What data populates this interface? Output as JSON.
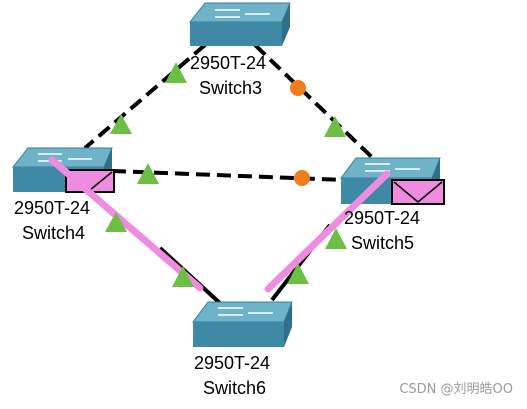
{
  "devices": [
    {
      "id": "switch3",
      "model": "2950T-24",
      "name": "Switch3"
    },
    {
      "id": "switch4",
      "model": "2950T-24",
      "name": "Switch4"
    },
    {
      "id": "switch5",
      "model": "2950T-24",
      "name": "Switch5"
    },
    {
      "id": "switch6",
      "model": "2950T-24",
      "name": "Switch6"
    }
  ],
  "links": [
    {
      "from": "switch3",
      "to": "switch4",
      "style": "dashed",
      "end_status": [
        "up",
        "up"
      ]
    },
    {
      "from": "switch3",
      "to": "switch5",
      "style": "dashed",
      "end_status": [
        "blocked",
        "up"
      ]
    },
    {
      "from": "switch4",
      "to": "switch5",
      "style": "dashed",
      "end_status": [
        "up",
        "blocked"
      ]
    },
    {
      "from": "switch4",
      "to": "switch6",
      "style": "solid-highlighted",
      "end_status": [
        "up",
        "up"
      ]
    },
    {
      "from": "switch5",
      "to": "switch6",
      "style": "solid-highlighted",
      "end_status": [
        "up",
        "up"
      ]
    }
  ],
  "legend_colors": {
    "up": "#6cbf44",
    "blocked": "#f07d1a",
    "highlight": "#f08ce0",
    "switch_top": "#6fb3c8",
    "switch_side": "#3e8aa6"
  },
  "watermark": "CSDN @刘明皓OO"
}
